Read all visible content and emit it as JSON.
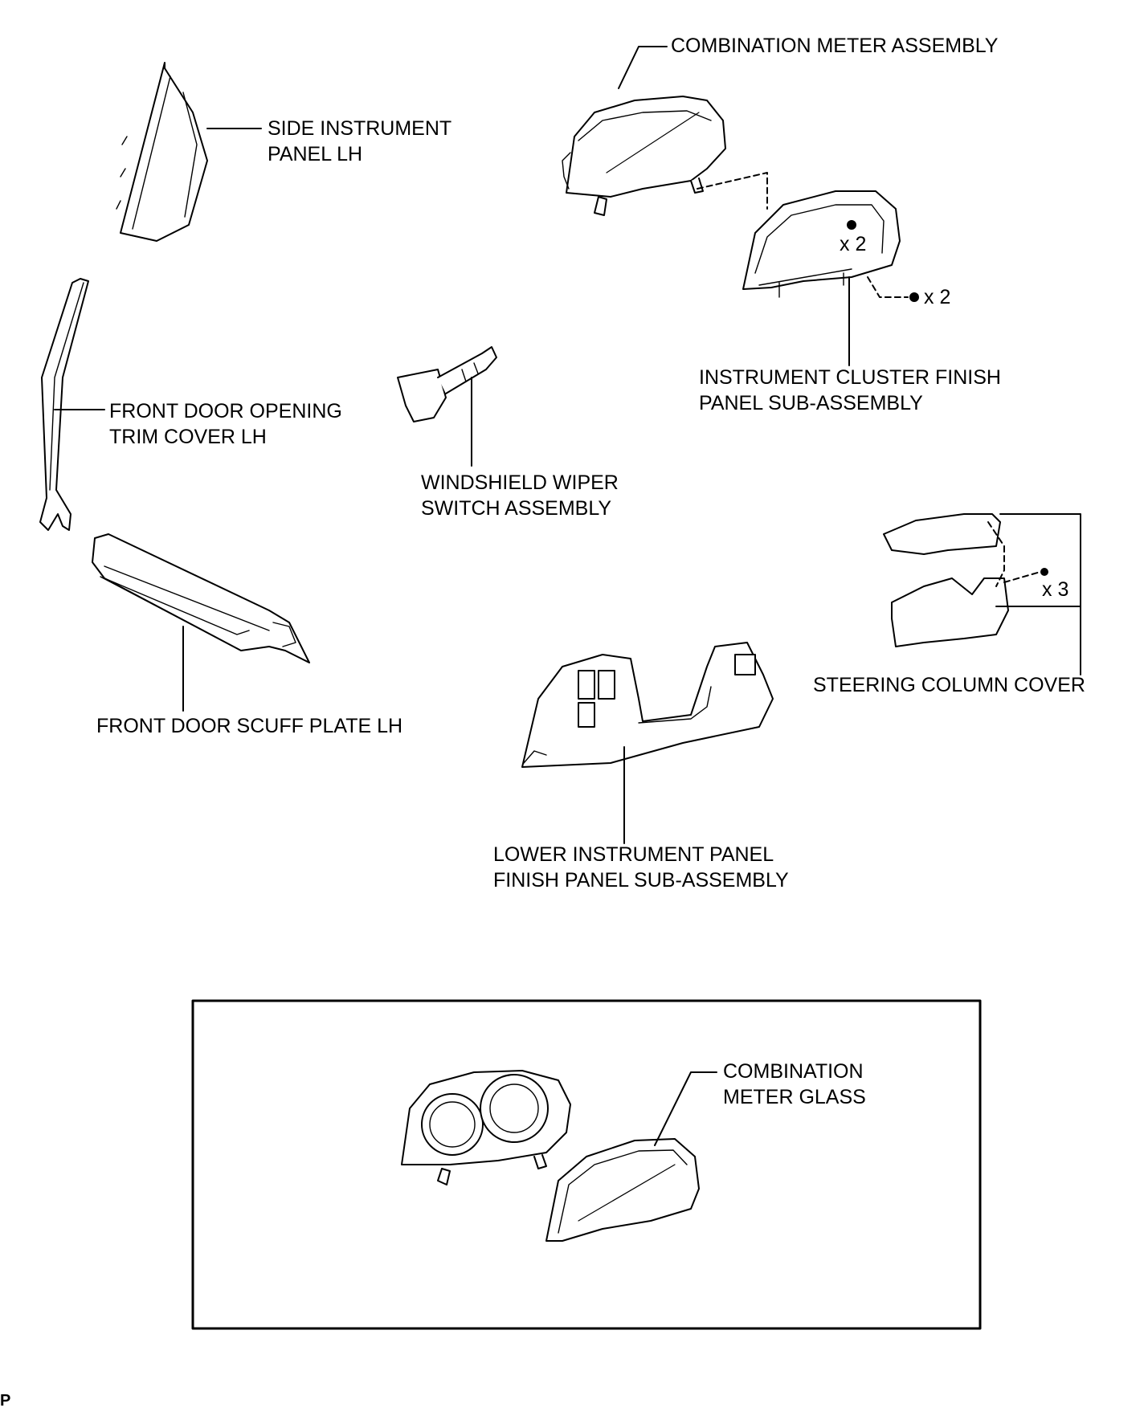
{
  "labels": {
    "combination_meter": "COMBINATION METER ASSEMBLY",
    "side_panel_1": "SIDE INSTRUMENT",
    "side_panel_2": "PANEL LH",
    "cluster_finish_1": "INSTRUMENT CLUSTER FINISH",
    "cluster_finish_2": "PANEL SUB-ASSEMBLY",
    "front_door_trim_1": "FRONT DOOR OPENING",
    "front_door_trim_2": "TRIM COVER LH",
    "wiper_switch_1": "WINDSHIELD WIPER",
    "wiper_switch_2": "SWITCH ASSEMBLY",
    "steering_cover": "STEERING COLUMN COVER",
    "scuff_plate": "FRONT DOOR SCUFF PLATE LH",
    "lower_panel_1": "LOWER INSTRUMENT PANEL",
    "lower_panel_2": "FINISH PANEL SUB-ASSEMBLY",
    "meter_glass_1": "COMBINATION",
    "meter_glass_2": "METER GLASS"
  },
  "quantities": {
    "cluster_screws": "x 2",
    "cluster_clips": "x 2",
    "steering_screws": "x 3"
  },
  "corner_mark": "P"
}
